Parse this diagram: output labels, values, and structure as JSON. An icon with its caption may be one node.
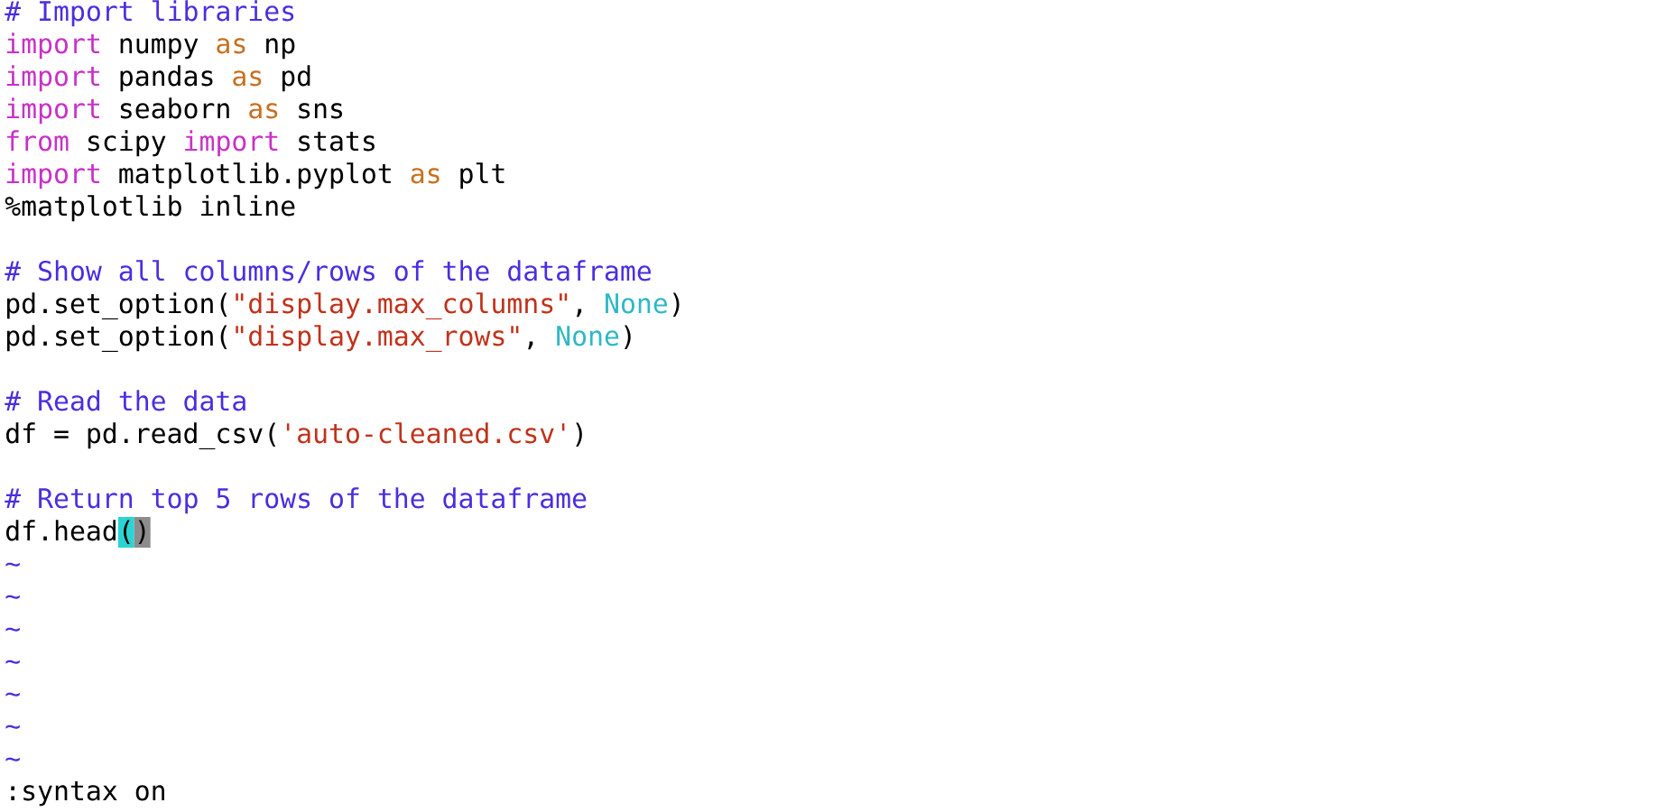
{
  "diagram": {
    "labels": [
      "# Import libraries",
      "import",
      "numpy",
      "as",
      "np",
      "import",
      "pandas",
      "as",
      "pd",
      "import",
      "seaborn",
      "as",
      "sns",
      "from",
      "scipy",
      "import",
      "stats",
      "import",
      "matplotlib.pyplot",
      "as",
      "plt",
      "%matplotlib inline",
      "# Show all columns/rows of the dataframe",
      "pd.set_option(",
      "\"display.max_columns\"",
      ",",
      "None",
      ")",
      "pd.set_option(",
      "\"display.max_rows\"",
      ",",
      "None",
      ")",
      "# Read the data",
      "df = pd.read_csv(",
      "'auto-cleaned.csv'",
      ")",
      "# Return top 5 rows of the dataframe",
      "df.head",
      "(",
      ")",
      "~",
      "~",
      "~",
      "~",
      "~",
      "~",
      "~",
      ":syntax on"
    ]
  }
}
